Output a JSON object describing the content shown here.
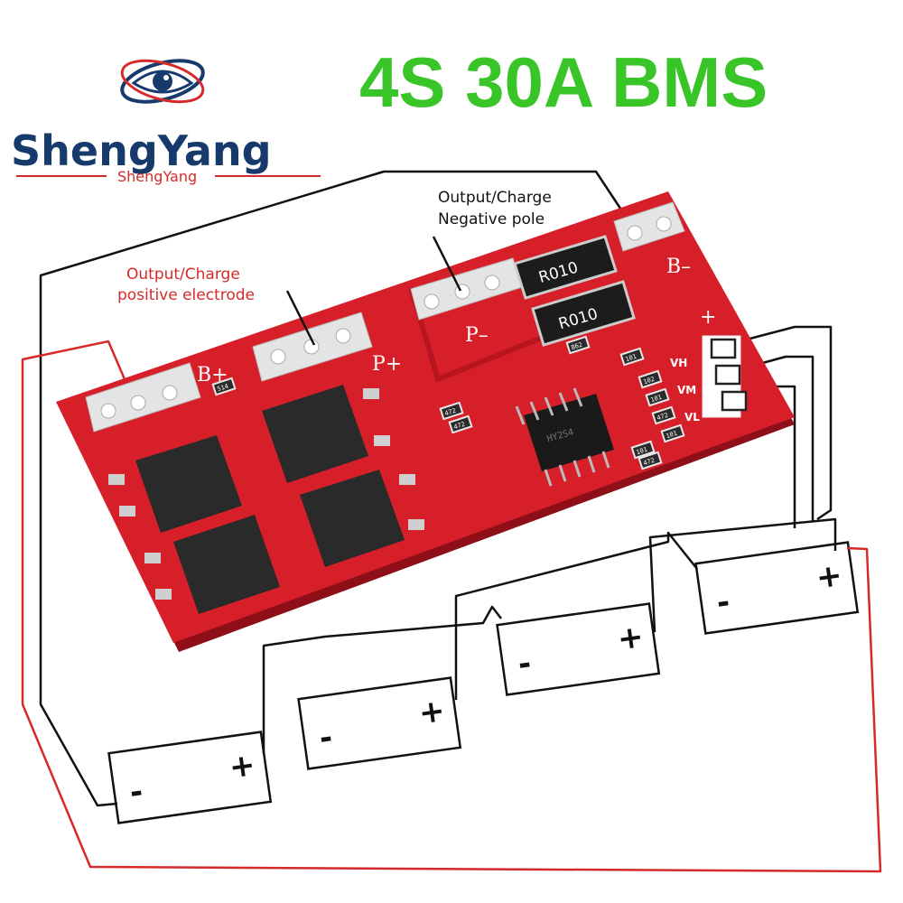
{
  "logo": {
    "name": "ShengYang",
    "sub": "ShengYang"
  },
  "title": "4S 30A BMS",
  "annotations": {
    "positive": [
      "Output/Charge",
      "positive electrode"
    ],
    "negative": [
      "Output/Charge",
      "Negative pole"
    ]
  },
  "board": {
    "pads": {
      "b_plus": "B+",
      "p_plus": "P+",
      "p_minus": "P–",
      "b_minus": "B–",
      "plus": "+"
    },
    "sense_labels": [
      "VH",
      "VM",
      "VL"
    ],
    "shunts": [
      "R010",
      "R010"
    ],
    "ic_marking": "HY2S4",
    "smd_codes": [
      "514",
      "472",
      "472",
      "101",
      "102",
      "101",
      "472",
      "101",
      "472",
      "101",
      "862"
    ]
  },
  "cells": [
    {
      "neg": "-",
      "pos": "+"
    },
    {
      "neg": "-",
      "pos": "+"
    },
    {
      "neg": "-",
      "pos": "+"
    },
    {
      "neg": "-",
      "pos": "+"
    }
  ],
  "colors": {
    "pcb": "#d71f2a",
    "pcb_dark": "#b81521",
    "pad": "#e4e4e4",
    "title": "#39c528",
    "logo": "#163a6b",
    "wire_pos": "#d62a2a",
    "wire": "#111111"
  }
}
